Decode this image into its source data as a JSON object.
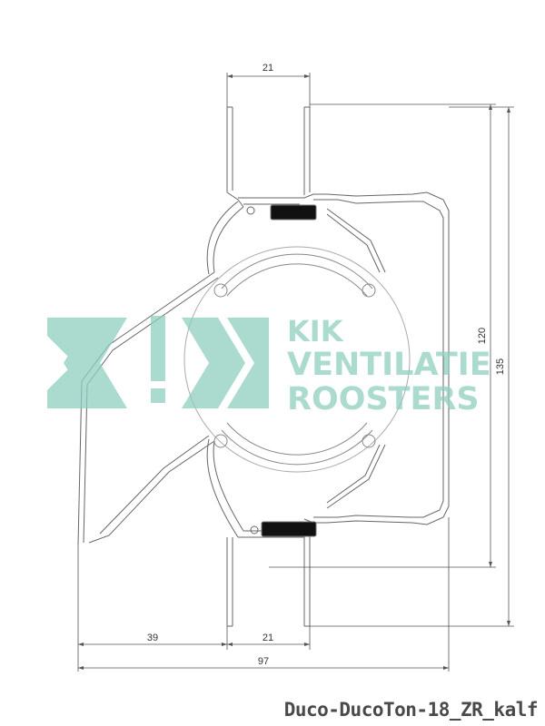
{
  "dimensions": {
    "top_width": "21",
    "inner_height": "120",
    "outer_height": "135",
    "bottom_left": "39",
    "bottom_mid": "21",
    "overall_width": "97"
  },
  "watermark": {
    "line1": "KIK",
    "line2": "VENTILATIE",
    "line3": "ROOSTERS"
  },
  "caption": "Duco-DucoTon-18_ZR_kalf",
  "colors": {
    "line": "#555555",
    "watermark": "#8fcfc0",
    "seal": "#111111"
  }
}
